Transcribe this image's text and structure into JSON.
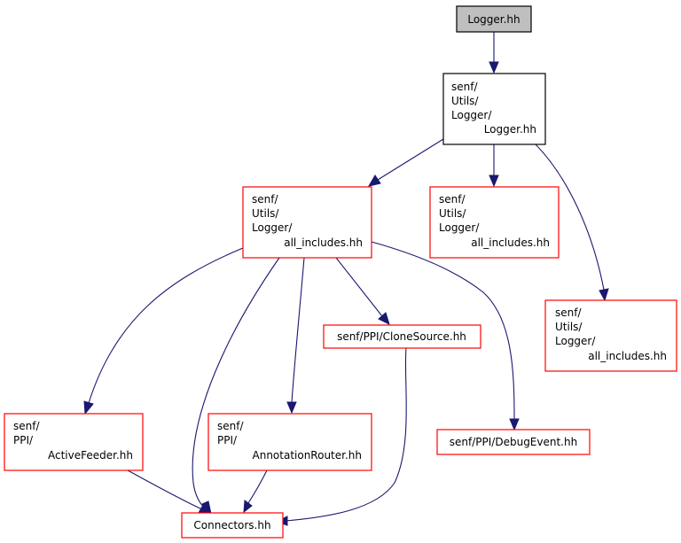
{
  "nodes": {
    "logger_hh": {
      "lines": [
        "Logger.hh"
      ]
    },
    "utils_logger_hh": {
      "lines": [
        "senf/",
        "Utils/",
        "Logger/",
        "Logger.hh"
      ]
    },
    "all_includes_a": {
      "lines": [
        "senf/",
        "Utils/",
        "Logger/",
        "all_includes.hh"
      ]
    },
    "all_includes_b": {
      "lines": [
        "senf/",
        "Utils/",
        "Logger/",
        "all_includes.hh"
      ]
    },
    "all_includes_c": {
      "lines": [
        "senf/",
        "Utils/",
        "Logger/",
        "all_includes.hh"
      ]
    },
    "clone_source": {
      "lines": [
        "senf/PPI/CloneSource.hh"
      ]
    },
    "active_feeder": {
      "lines": [
        "senf/",
        "PPI/",
        "ActiveFeeder.hh"
      ]
    },
    "annotation_router": {
      "lines": [
        "senf/",
        "PPI/",
        "AnnotationRouter.hh"
      ]
    },
    "debug_event": {
      "lines": [
        "senf/PPI/DebugEvent.hh"
      ]
    },
    "connectors": {
      "lines": [
        "Connectors.hh"
      ]
    }
  },
  "colors": {
    "edge": "#191970",
    "root_fill": "#bfbfbf",
    "external_border": "#ff0000",
    "main_border": "#000000"
  }
}
